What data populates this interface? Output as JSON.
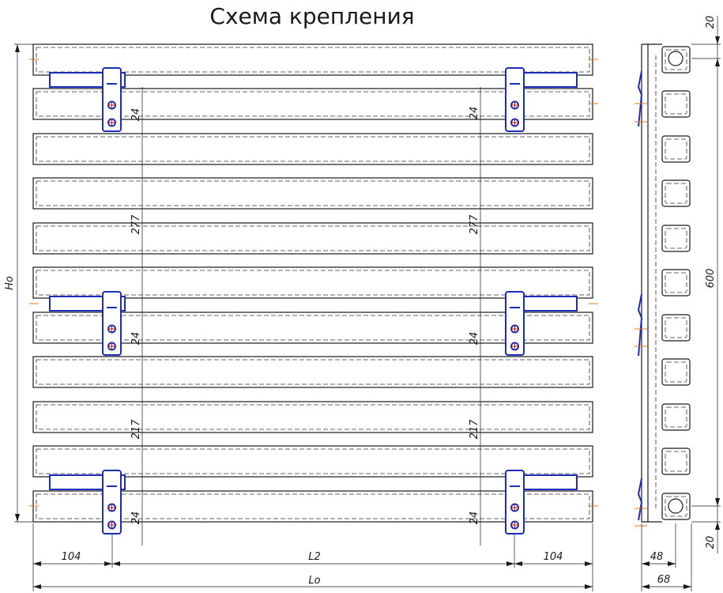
{
  "title": "Схема крепления",
  "dimensions": {
    "height_total": "Hо",
    "bracket_spacing_upper": "277",
    "bracket_spacing_lower": "217",
    "hole_offset": "24",
    "edge_offset_left": "104",
    "edge_offset_right": "104",
    "bracket_distance": "L2",
    "length_total": "Lо",
    "side_height": "600",
    "side_top_offset": "20",
    "side_bottom_offset": "20",
    "side_depth_inner": "48",
    "side_depth_total": "68"
  },
  "colors": {
    "line": "#1a1a1a",
    "bracket": "#1d2db8",
    "hole": "#d01010",
    "axis_mark": "#e07a1a"
  }
}
